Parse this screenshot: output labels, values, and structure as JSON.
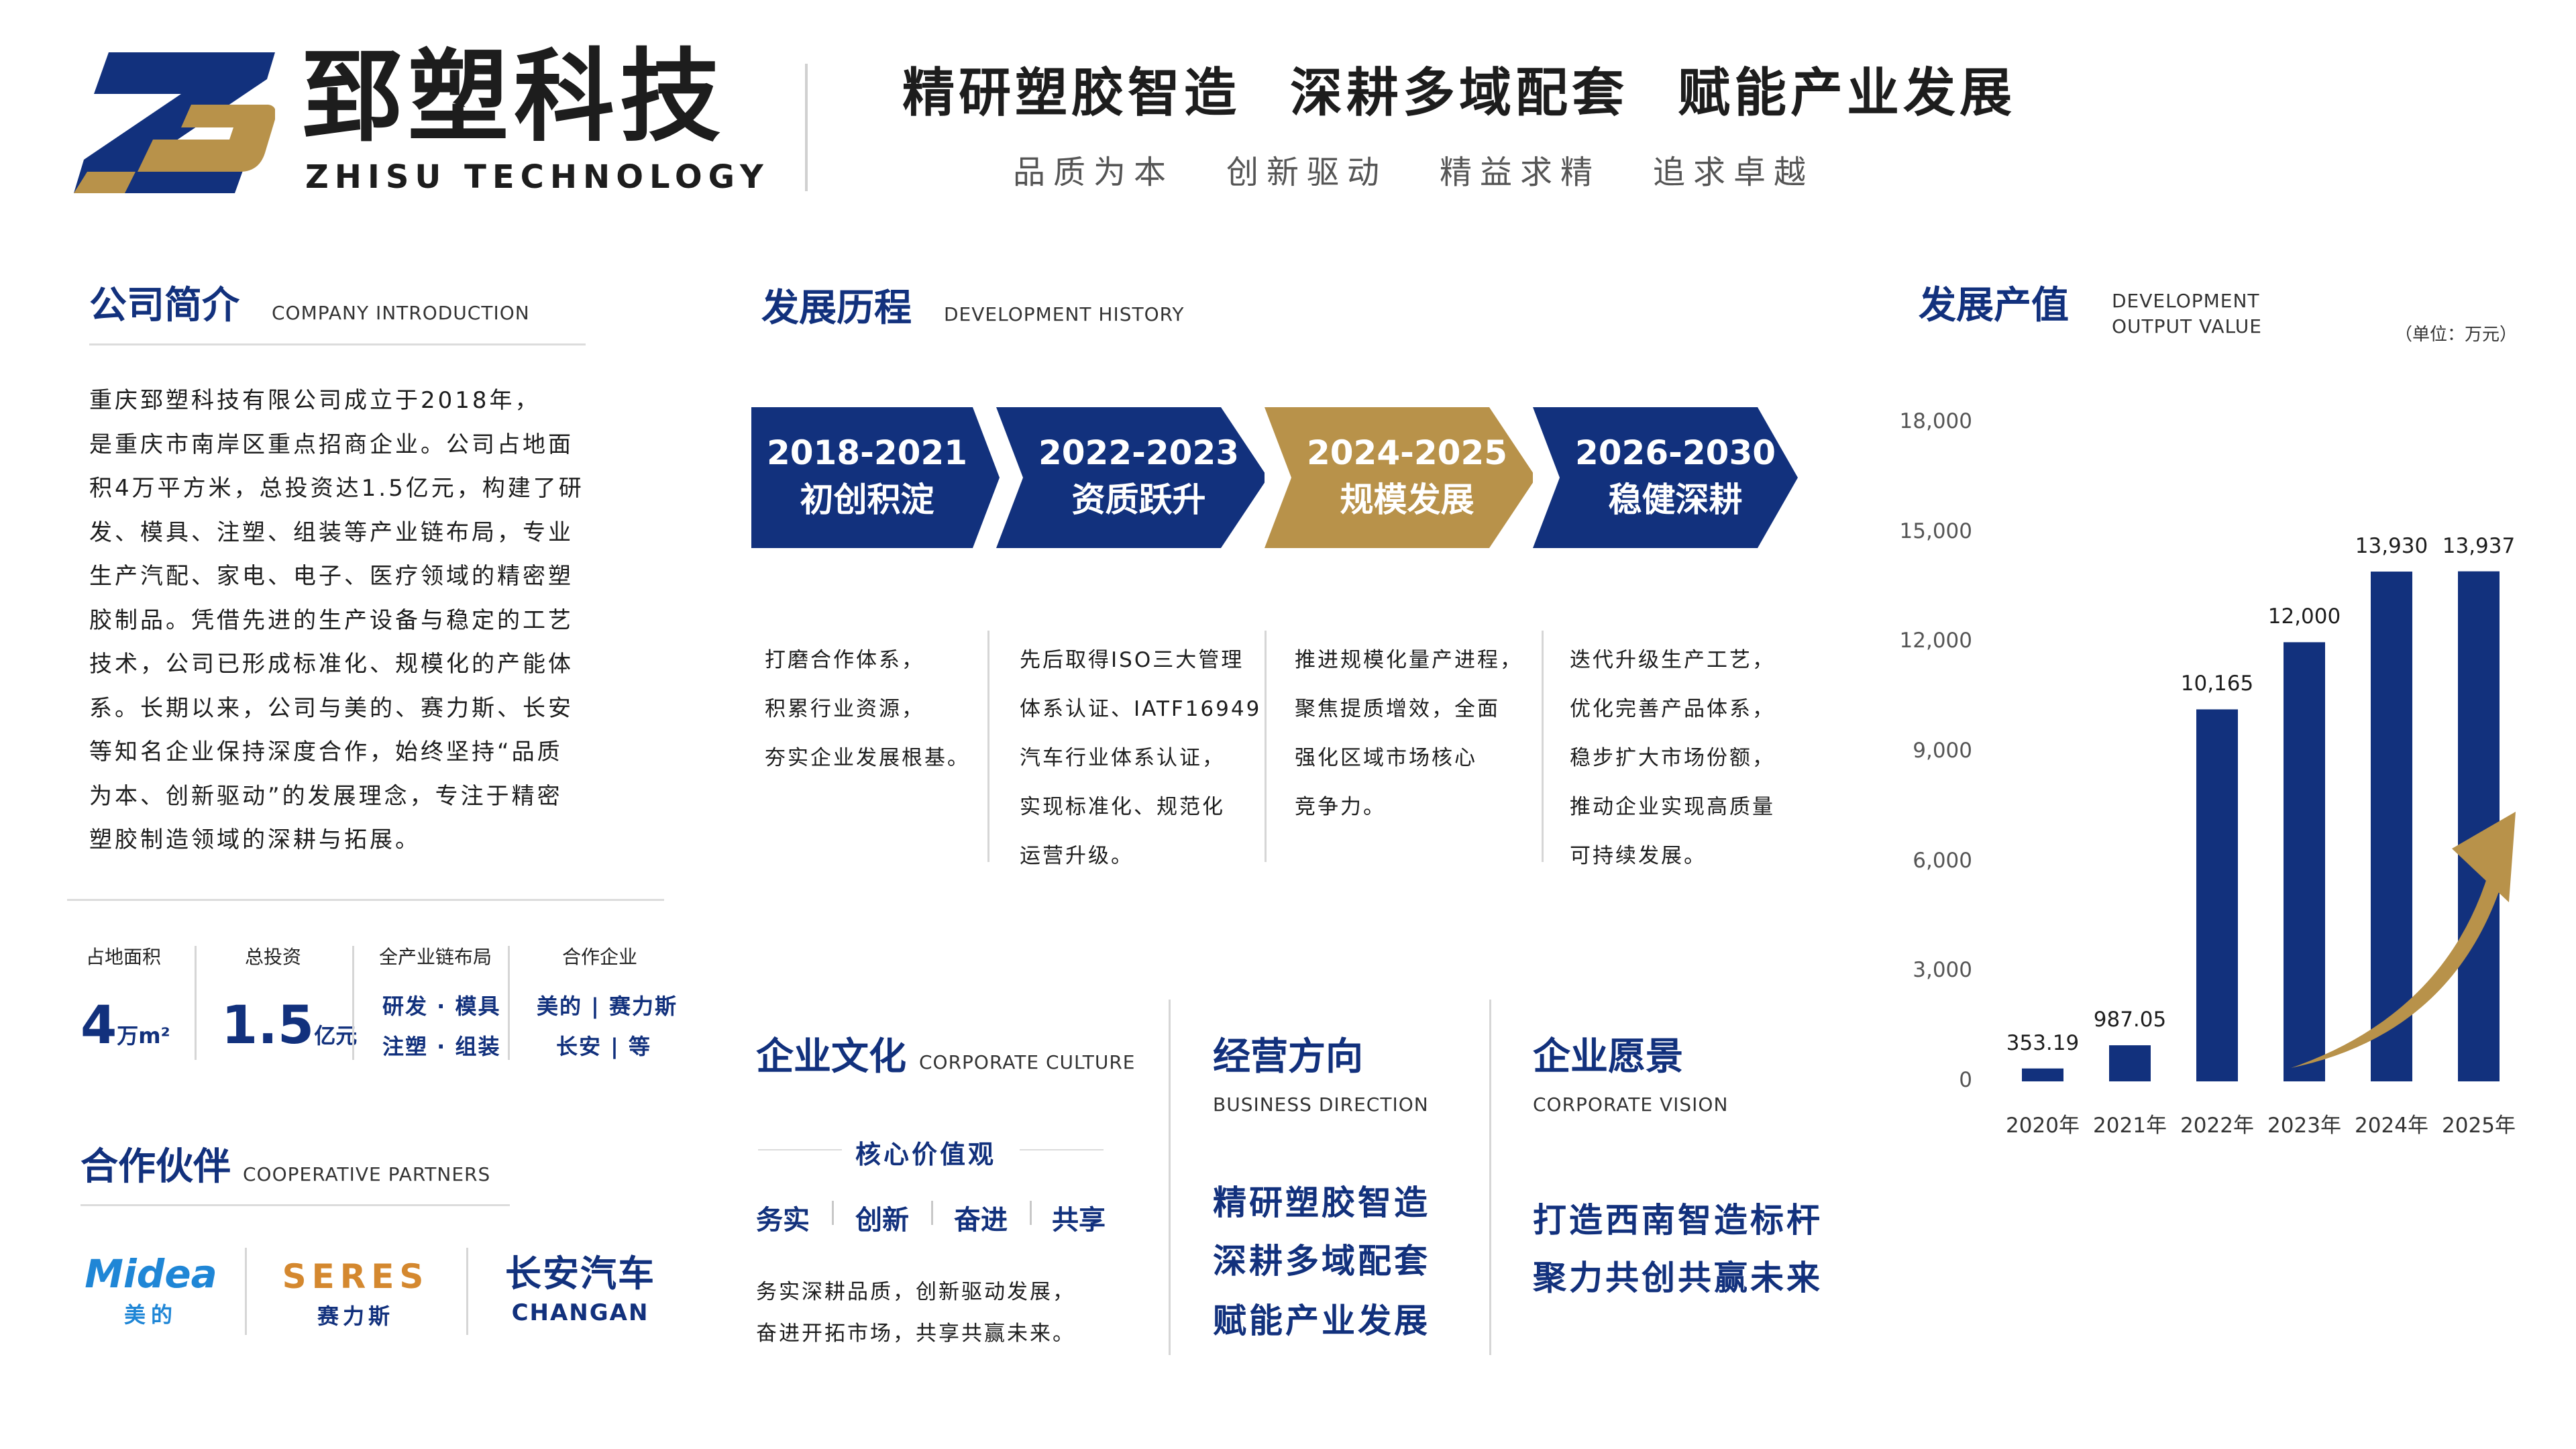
{
  "brand": {
    "logo_letters": "ZS",
    "name_cn": "郅塑科技",
    "name_en": "ZHISU TECHNOLOGY",
    "colors": {
      "navy": "#12317d",
      "gold": "#b8924a"
    }
  },
  "header": {
    "slogans": [
      "精研塑胶智造",
      "深耕多域配套",
      "赋能产业发展"
    ],
    "values": [
      "品质为本",
      "创新驱动",
      "精益求精",
      "追求卓越"
    ]
  },
  "intro": {
    "title": "公司简介",
    "subtitle": "COMPANY INTRODUCTION",
    "lines": [
      "重庆郅塑科技有限公司成立于2018年，",
      "是重庆市南岸区重点招商企业。公司占地面",
      "积4万平方米，总投资达1.5亿元，构建了研",
      "发、模具、注塑、组装等产业链布局，专业",
      "生产汽配、家电、电子、医疗领域的精密塑",
      "胶制品。凭借先进的生产设备与稳定的工艺",
      "技术，公司已形成标准化、规模化的产能体",
      "系。长期以来，公司与美的、赛力斯、长安",
      "等知名企业保持深度合作，始终坚持“品质",
      "为本、创新驱动”的发展理念，专注于精密",
      "塑胶制造领域的深耕与拓展。"
    ],
    "stats": [
      {
        "label": "占地面积",
        "value": "4",
        "unit": "万m²"
      },
      {
        "label": "总投资",
        "value": "1.5",
        "unit": "亿元"
      },
      {
        "label": "全产业链布局",
        "lines": [
          "研发 · 模具",
          "注塑 · 组装"
        ]
      },
      {
        "label": "合作企业",
        "lines": [
          "美的 | 赛力斯",
          "长安 | 等"
        ]
      }
    ]
  },
  "partners": {
    "title": "合作伙伴",
    "subtitle": "COOPERATIVE PARTNERS",
    "items": [
      {
        "name": "Midea",
        "name_cn": "美的"
      },
      {
        "name": "SERES",
        "name_cn": "赛力斯"
      },
      {
        "name": "长安汽车",
        "name_cn": "CHANGAN"
      }
    ]
  },
  "history": {
    "title": "发展历程",
    "subtitle": "DEVELOPMENT HISTORY",
    "stages": [
      {
        "years": "2018-2021",
        "name": "初创积淀",
        "color": "#12317d",
        "desc": [
          "打磨合作体系，",
          "积累行业资源，",
          "夯实企业发展根基。"
        ]
      },
      {
        "years": "2022-2023",
        "name": "资质跃升",
        "color": "#12317d",
        "desc": [
          "先后取得ISO三大管理",
          "体系认证、IATF16949",
          "汽车行业体系认证，",
          "实现标准化、规范化",
          "运营升级。"
        ]
      },
      {
        "years": "2024-2025",
        "name": "规模发展",
        "color": "#b8924a",
        "desc": [
          "推进规模化量产进程，",
          "聚焦提质增效，全面",
          "强化区域市场核心",
          "竞争力。"
        ]
      },
      {
        "years": "2026-2030",
        "name": "稳健深耕",
        "color": "#12317d",
        "desc": [
          "迭代升级生产工艺，",
          "优化完善产品体系，",
          "稳步扩大市场份额，",
          "推动企业实现高质量",
          "可持续发展。"
        ]
      }
    ]
  },
  "culture": {
    "title": "企业文化",
    "subtitle": "CORPORATE CULTURE",
    "core_title": "核心价值观",
    "core_values": [
      "务实",
      "创新",
      "奋进",
      "共享"
    ],
    "desc": [
      "务实深耕品质，创新驱动发展，",
      "奋进开拓市场，共享共赢未来。"
    ]
  },
  "direction": {
    "title": "经营方向",
    "subtitle": "BUSINESS DIRECTION",
    "items": [
      "精研塑胶智造",
      "深耕多域配套",
      "赋能产业发展"
    ]
  },
  "vision": {
    "title": "企业愿景",
    "subtitle": "CORPORATE VISION",
    "items": [
      "打造西南智造标杆",
      "聚力共创共赢未来"
    ]
  },
  "output": {
    "title": "发展产值",
    "subtitle_lines": [
      "DEVELOPMENT",
      "OUTPUT VALUE"
    ],
    "unit": "（单位：万元）"
  },
  "chart_data": {
    "type": "bar",
    "title": "发展产值",
    "categories": [
      "2020年",
      "2021年",
      "2022年",
      "2023年",
      "2024年",
      "2025年"
    ],
    "values": [
      353.19,
      987.05,
      10165,
      12000,
      13930,
      13937
    ],
    "value_labels": [
      "353.19",
      "987.05",
      "10,165",
      "12,000",
      "13,930",
      "13,937"
    ],
    "yticks": [
      "0",
      "3,000",
      "6,000",
      "9,000",
      "12,000",
      "15,000",
      "18,000"
    ],
    "ytick_values": [
      0,
      3000,
      6000,
      9000,
      12000,
      15000,
      18000
    ],
    "ylim": [
      0,
      18000
    ],
    "bar_color": "#12317d",
    "trend_arrow_color": "#b8924a",
    "grid": false
  }
}
